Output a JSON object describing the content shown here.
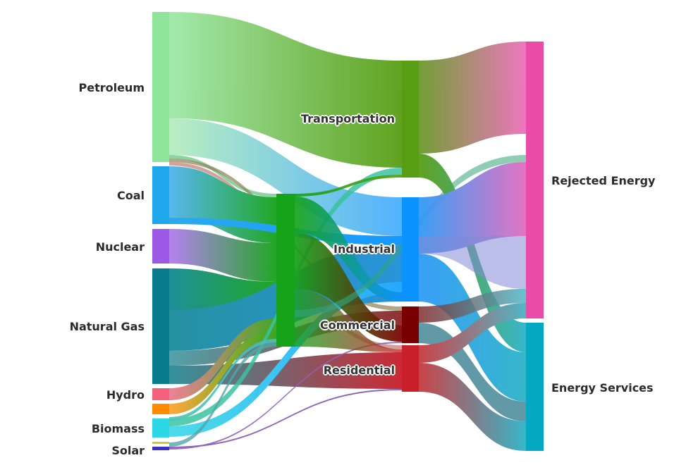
{
  "diagram": {
    "type": "sankey",
    "colors": {
      "petroleum": "#8ee59a",
      "coal": "#1fa7ec",
      "nuclear": "#9b59e5",
      "natural_gas": "#087c8c",
      "hydro": "#f4607d",
      "biomass": "#2cd8e6",
      "solar": "#3b2fc9",
      "other": "#ff8c00",
      "electricity": "#16a31a",
      "transportation": "#589e14",
      "industrial": "#0b93ff",
      "commercial": "#7a0000",
      "residential": "#c81f2a",
      "rejected": "#e84ba8",
      "services": "#04a8c3"
    },
    "nodes": {
      "petroleum": "Petroleum",
      "coal": "Coal",
      "nuclear": "Nuclear",
      "natural_gas": "Natural Gas",
      "hydro": "Hydro",
      "biomass": "Biomass",
      "solar": "Solar",
      "transportation": "Transportation",
      "industrial": "Industrial",
      "commercial": "Commercial",
      "residential": "Residential",
      "rejected": "Rejected Energy",
      "services": "Energy Services"
    }
  }
}
